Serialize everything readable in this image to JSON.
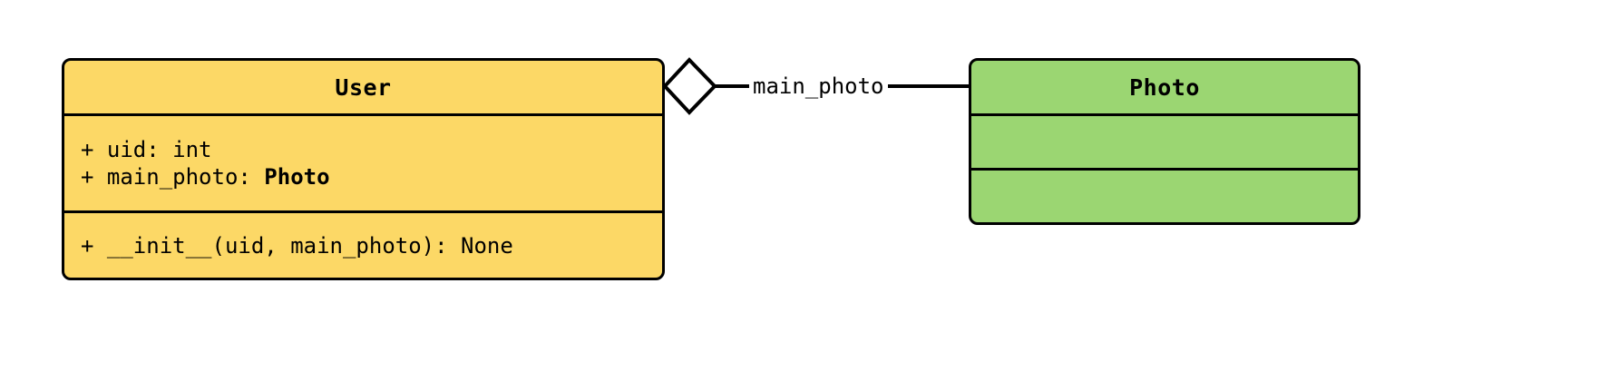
{
  "diagram": {
    "kind": "uml-class-diagram",
    "background_color": "#ffffff",
    "line_color": "#000000",
    "classes": [
      {
        "id": "user",
        "name": "User",
        "fill_color": "#FCD866",
        "attributes": [
          {
            "visibility": "+",
            "text": "+ uid: int",
            "name_part": "+ uid: int",
            "type_part": ""
          },
          {
            "visibility": "+",
            "text": "+ main_photo: Photo",
            "name_part": "+ main_photo: ",
            "type_part": "Photo"
          }
        ],
        "operations": [
          {
            "visibility": "+",
            "text": "+ __init__(uid, main_photo): None"
          }
        ]
      },
      {
        "id": "photo",
        "name": "Photo",
        "fill_color": "#9BD672",
        "attributes": [],
        "operations": []
      }
    ],
    "relationships": [
      {
        "id": "user-main-photo",
        "type": "aggregation",
        "source": "User",
        "target": "Photo",
        "label": "main_photo",
        "diamond_fill": "#ffffff",
        "diamond_filled": false
      }
    ]
  }
}
